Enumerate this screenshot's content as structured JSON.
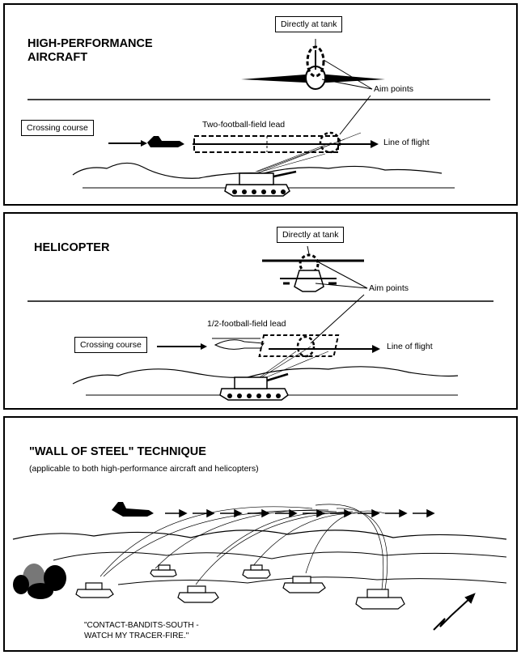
{
  "panels": {
    "aircraft": {
      "title": "HIGH-PERFORMANCE\nAIRCRAFT",
      "directly_label": "Directly at tank",
      "aim_label": "Aim points",
      "crossing_label": "Crossing course",
      "lead_label": "Two-football-field lead",
      "line_label": "Line of flight"
    },
    "helicopter": {
      "title": "HELICOPTER",
      "directly_label": "Directly at tank",
      "aim_label": "Aim points",
      "crossing_label": "Crossing course",
      "lead_label": "1/2-football-field lead",
      "line_label": "Line of flight"
    },
    "wall": {
      "title": "\"WALL OF STEEL\" TECHNIQUE",
      "subtitle": "(applicable to both high-performance aircraft and helicopters)",
      "quote": "\"CONTACT-BANDITS-SOUTH -\n WATCH MY TRACER-FIRE.\""
    }
  }
}
